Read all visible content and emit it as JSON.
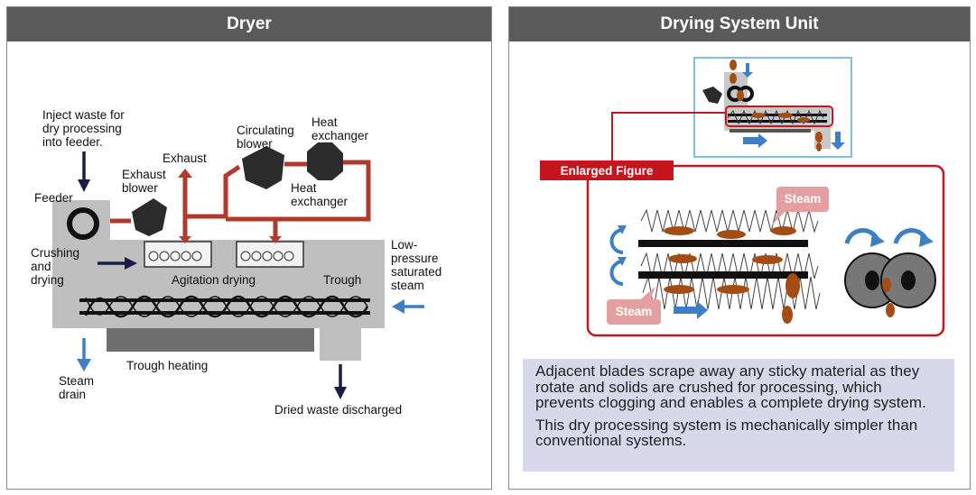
{
  "left_panel": {
    "title": "Dryer",
    "labels": {
      "inject_1": "Inject waste for",
      "inject_2": "dry processing",
      "inject_3": "into feeder.",
      "exhaust": "Exhaust",
      "exhaust_blower_1": "Exhaust",
      "exhaust_blower_2": "blower",
      "circ_blower_1": "Circulating",
      "circ_blower_2": "blower",
      "heat_ex_top_1": "Heat",
      "heat_ex_top_2": "exchanger",
      "heat_ex_mid_1": "Heat",
      "heat_ex_mid_2": "exchanger",
      "feeder": "Feeder",
      "crushing_1": "Crushing",
      "crushing_2": "and",
      "crushing_3": "drying",
      "agitation": "Agitation drying",
      "trough": "Trough",
      "lowp_1": "Low-",
      "lowp_2": "pressure",
      "lowp_3": "saturated",
      "lowp_4": "steam",
      "trough_heating": "Trough heating",
      "steam_drain_1": "Steam",
      "steam_drain_2": "drain",
      "discharged": "Dried waste discharged"
    }
  },
  "right_panel": {
    "title": "Drying System Unit",
    "enlarged_label": "Enlarged Figure",
    "steam_top": "Steam",
    "steam_bottom": "Steam",
    "description_1": "Adjacent blades scrape away any sticky material as they rotate and solids are crushed for processing, which prevents clogging and enables a complete drying system.",
    "description_2": "This dry processing system is mechanically simpler than conventional systems."
  },
  "colors": {
    "title_bar": "#5a5a5a",
    "pipe_red": "#b03a2e",
    "accent_red": "#c4161c",
    "steam_callout": "#e4a0a0",
    "blue_arrow": "#3d7fc4",
    "waste_brown": "#a34d14",
    "desc_bg": "#d8d8ea"
  }
}
